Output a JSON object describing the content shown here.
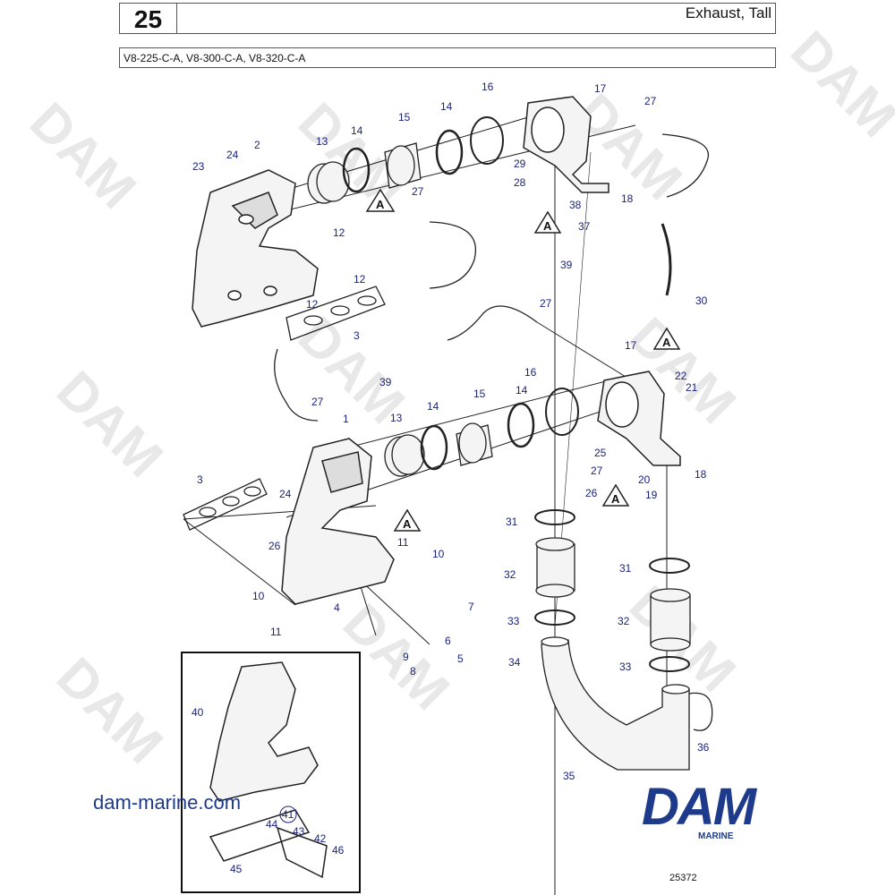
{
  "header": {
    "page_number": "25",
    "title": "Exhaust, Tall"
  },
  "subheader": {
    "models": "V8-225-C-A, V8-300-C-A, V8-320-C-A"
  },
  "footer": {
    "website": "dam-marine.com",
    "logo": "DAM",
    "logo_sub": "MARINE",
    "figure_number": "25372"
  },
  "watermark": "DAM",
  "colors": {
    "callout": "#1a237e",
    "brand": "#1e3a8a",
    "line": "#222222"
  },
  "marks": {
    "a": "A"
  },
  "callouts": {
    "c1": "1",
    "c2": "2",
    "c3a": "3",
    "c3b": "3",
    "c4": "4",
    "c5": "5",
    "c6": "6",
    "c7": "7",
    "c8": "8",
    "c9": "9",
    "c10a": "10",
    "c10b": "10",
    "c11a": "11",
    "c11b": "11",
    "c12a": "12",
    "c12b": "12",
    "c12c": "12",
    "c13a": "13",
    "c13b": "13",
    "c14a": "14",
    "c14b": "14",
    "c14c": "14",
    "c14d": "14",
    "c15a": "15",
    "c15b": "15",
    "c16a": "16",
    "c16b": "16",
    "c17a": "17",
    "c17b": "17",
    "c18a": "18",
    "c18b": "18",
    "c19": "19",
    "c20": "20",
    "c21": "21",
    "c22": "22",
    "c23": "23",
    "c24a": "24",
    "c24b": "24",
    "c25": "25",
    "c26a": "26",
    "c26b": "26",
    "c27a": "27",
    "c27b": "27",
    "c27c": "27",
    "c27d": "27",
    "c27e": "27",
    "c28": "28",
    "c29": "29",
    "c30": "30",
    "c31a": "31",
    "c31b": "31",
    "c32a": "32",
    "c32b": "32",
    "c33a": "33",
    "c33b": "33",
    "c34": "34",
    "c35": "35",
    "c36": "36",
    "c37": "37",
    "c38": "38",
    "c39a": "39",
    "c39b": "39",
    "c40": "40",
    "c41": "41",
    "c42": "42",
    "c43": "43",
    "c44": "44",
    "c45": "45",
    "c46": "46"
  }
}
